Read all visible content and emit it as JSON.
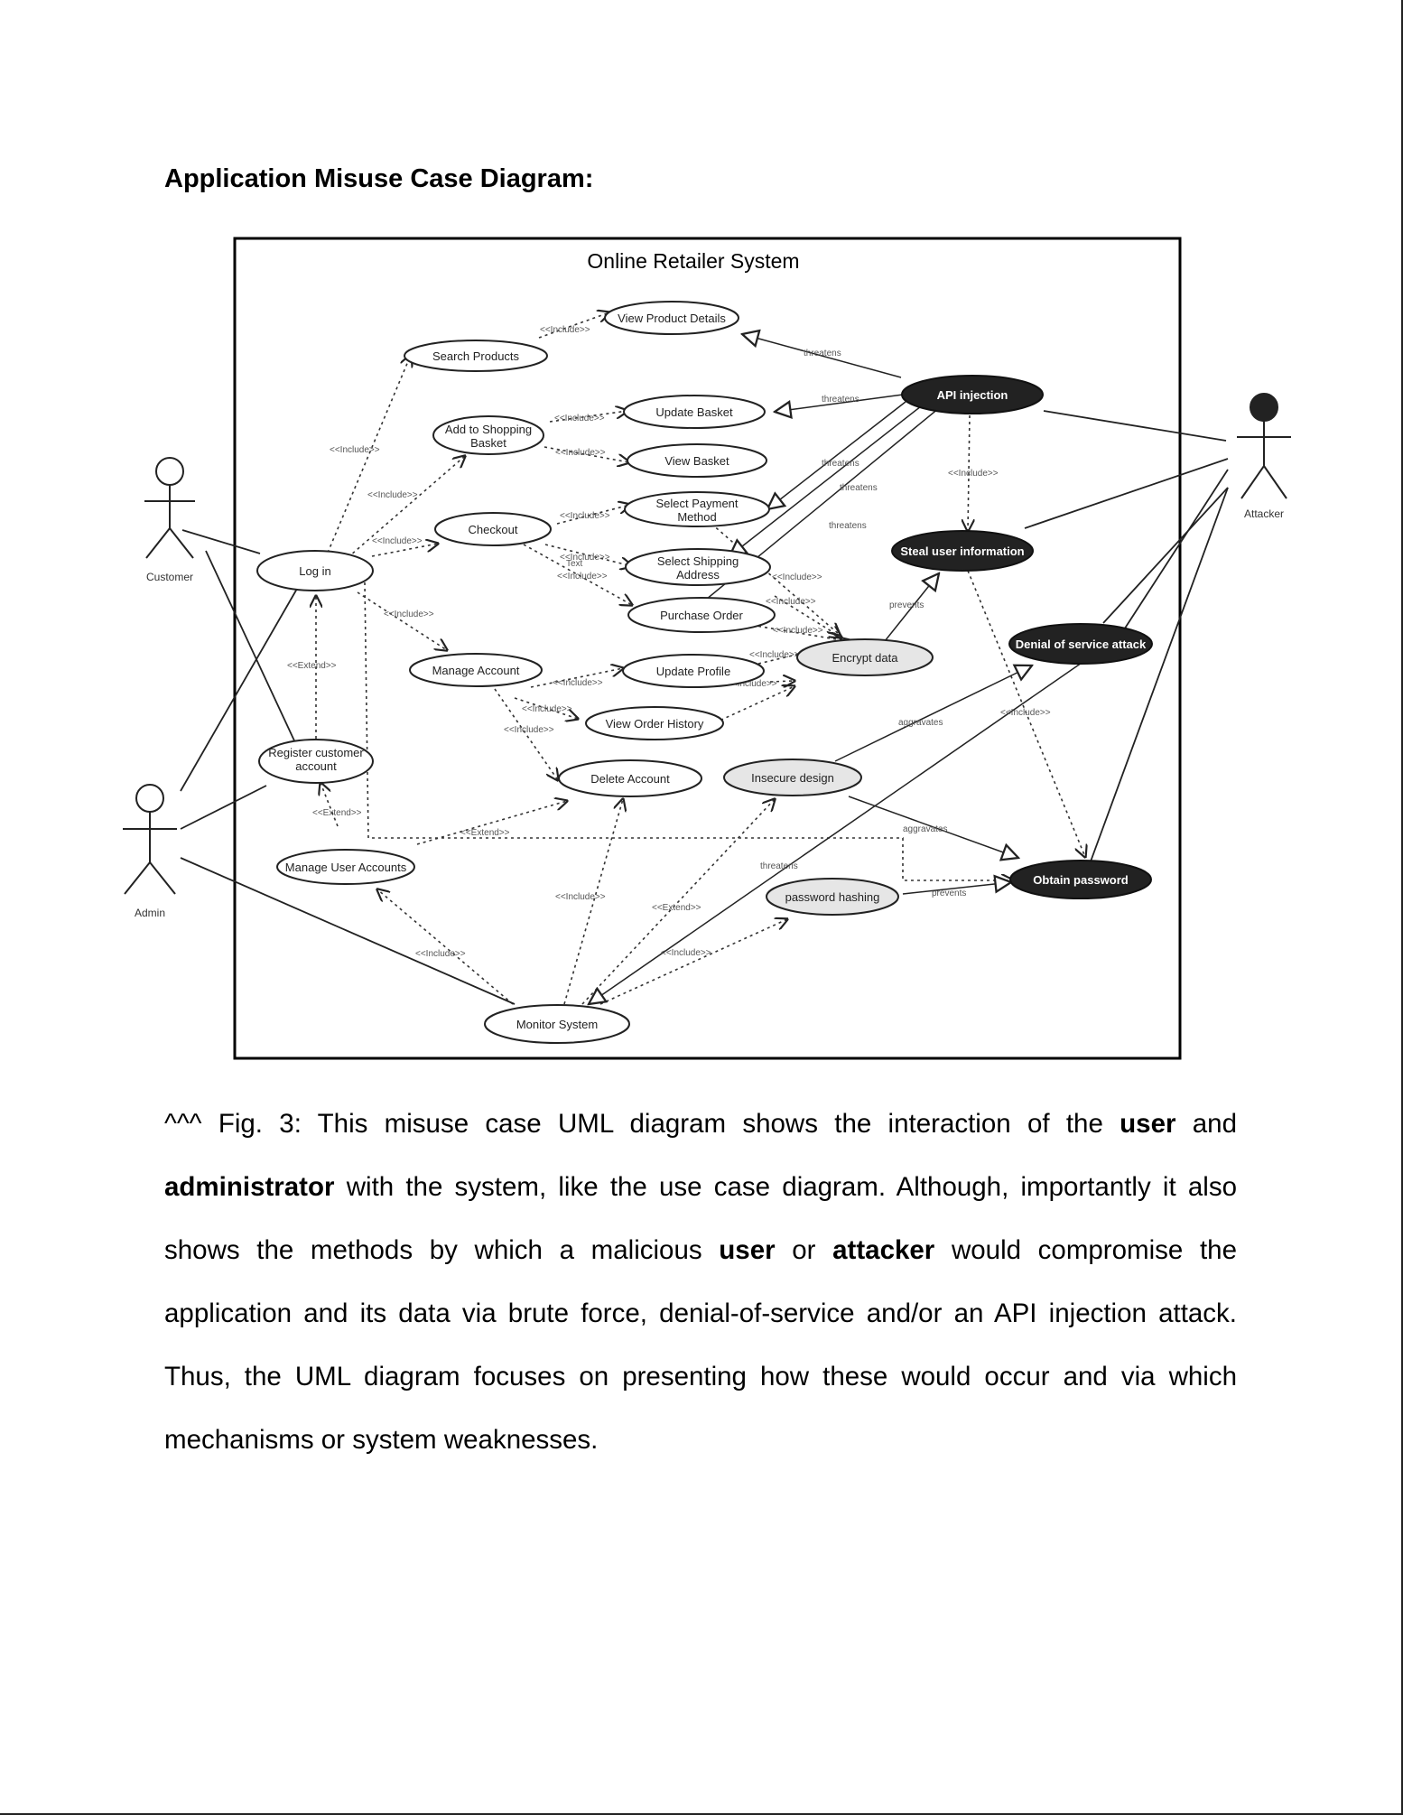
{
  "page": {
    "heading": "Application Misuse Case Diagram:"
  },
  "diagram": {
    "system_title": "Online Retailer System",
    "actors": {
      "customer": "Customer",
      "admin": "Admin",
      "attacker": "Attacker"
    },
    "use_cases": {
      "search_products": "Search Products",
      "view_product_details": "View Product Details",
      "add_to_basket_1": "Add to Shopping",
      "add_to_basket_2": "Basket",
      "update_basket": "Update Basket",
      "view_basket": "View Basket",
      "select_payment_1": "Select Payment",
      "select_payment_2": "Method",
      "checkout": "Checkout",
      "select_shipping_1": "Select Shipping",
      "select_shipping_2": "Address",
      "log_in": "Log in",
      "purchase_order": "Purchase Order",
      "manage_account": "Manage Account",
      "update_profile": "Update Profile",
      "view_order_history": "View Order History",
      "register_1": "Register customer",
      "register_2": "account",
      "delete_account": "Delete Account",
      "manage_user_accounts": "Manage User Accounts",
      "monitor_system": "Monitor System",
      "encrypt_data": "Encrypt data",
      "insecure_design": "Insecure design",
      "password_hashing": "password hashing"
    },
    "misuse_cases": {
      "api_injection": "API injection",
      "steal_user_information": "Steal user information",
      "denial_of_service": "Denial of service attack",
      "obtain_password": "Obtain password"
    },
    "relations": {
      "include": "<<Include>>",
      "extend": "<<Extend>>",
      "threatens": "threatens",
      "prevents": "prevents",
      "aggravates": "aggravates",
      "text": "Text"
    }
  },
  "caption": {
    "p1": "^^^ Fig. 3: This misuse case UML diagram shows the interaction of the ",
    "b1": "user",
    "p2": " and ",
    "b2": "administrator",
    "p3": " with the system, like the use case diagram. Although, importantly it also shows the methods by which a malicious ",
    "b3": "user",
    "p4": " or ",
    "b4": "attacker",
    "p5": " would compromise the application and its data via brute force, denial-of-service and/or an API injection attack. Thus, the UML diagram focuses on presenting how these would occur and via which mechanisms or system weaknesses."
  }
}
